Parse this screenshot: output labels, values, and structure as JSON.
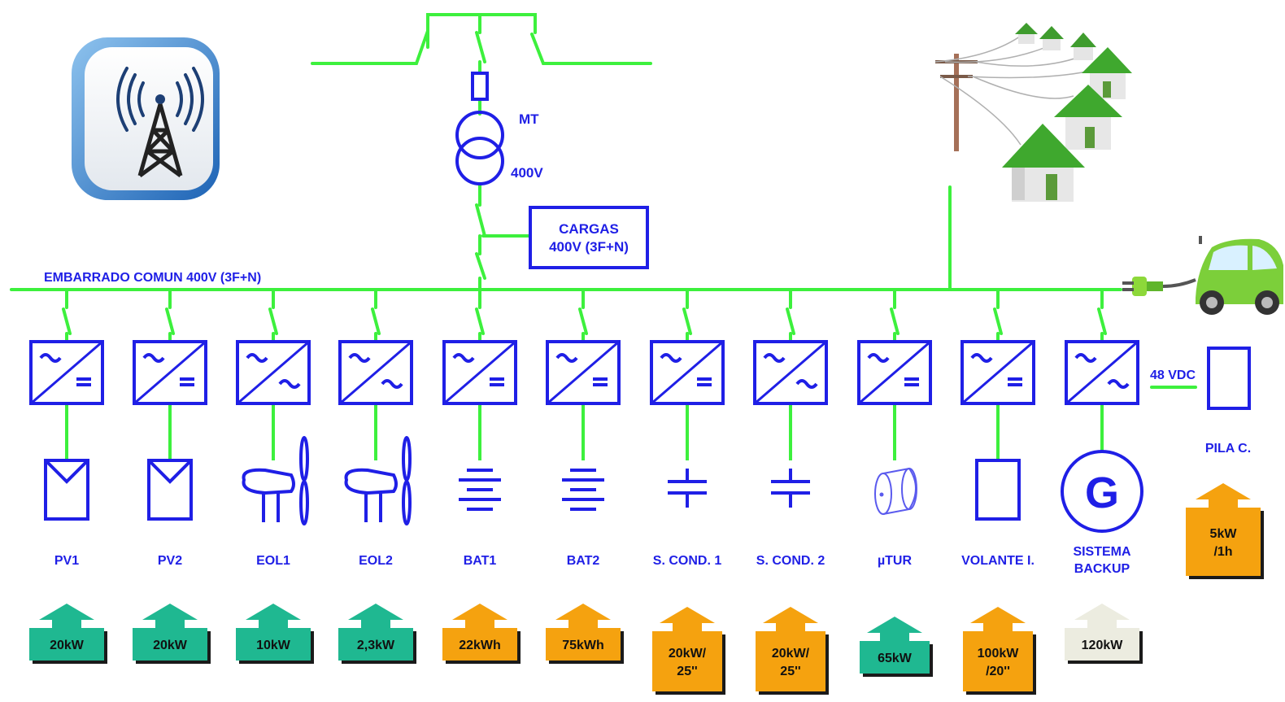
{
  "busbar_label": "EMBARRADO COMUN 400V (3F+N)",
  "transformer": {
    "upper_label": "MT",
    "lower_label": "400V"
  },
  "loads": {
    "line1": "CARGAS",
    "line2": "400V (3F+N)"
  },
  "dc_label": "48 VDC",
  "fuel_cell": {
    "label": "PILA C.",
    "badge": {
      "line1": "5kW",
      "line2": "/1h",
      "color": "#f5a20f"
    }
  },
  "colors": {
    "line_green": "#3df03d",
    "symbol_blue": "#1f1fe6",
    "badge_teal": "#1fb891",
    "badge_orange": "#f5a20f",
    "badge_light": "#ecece0"
  },
  "icons": {
    "tower": "wireless-tower-icon",
    "houses": "houses-power-line-icon",
    "car": "electric-car-icon"
  },
  "units": [
    {
      "id": "pv1",
      "label": [
        "PV1"
      ],
      "converter": "dc",
      "source": "pv-panel",
      "badge": {
        "lines": [
          "20kW"
        ],
        "color": "#1fb891"
      }
    },
    {
      "id": "pv2",
      "label": [
        "PV2"
      ],
      "converter": "dc",
      "source": "pv-panel",
      "badge": {
        "lines": [
          "20kW"
        ],
        "color": "#1fb891"
      }
    },
    {
      "id": "eol1",
      "label": [
        "EOL1"
      ],
      "converter": "ac",
      "source": "wind-turbine",
      "badge": {
        "lines": [
          "10kW"
        ],
        "color": "#1fb891"
      }
    },
    {
      "id": "eol2",
      "label": [
        "EOL2"
      ],
      "converter": "ac",
      "source": "wind-turbine",
      "badge": {
        "lines": [
          "2,3kW"
        ],
        "color": "#1fb891"
      }
    },
    {
      "id": "bat1",
      "label": [
        "BAT1"
      ],
      "converter": "dc",
      "source": "battery",
      "badge": {
        "lines": [
          "22kWh"
        ],
        "color": "#f5a20f"
      }
    },
    {
      "id": "bat2",
      "label": [
        "BAT2"
      ],
      "converter": "dc",
      "source": "battery",
      "badge": {
        "lines": [
          "75kWh"
        ],
        "color": "#f5a20f"
      }
    },
    {
      "id": "scond1",
      "label": [
        "S. COND. 1"
      ],
      "converter": "dc",
      "source": "capacitor",
      "badge": {
        "lines": [
          "20kW/",
          "25''"
        ],
        "color": "#f5a20f"
      }
    },
    {
      "id": "scond2",
      "label": [
        "S. COND. 2"
      ],
      "converter": "ac",
      "source": "capacitor",
      "badge": {
        "lines": [
          "20kW/",
          "25''"
        ],
        "color": "#f5a20f"
      }
    },
    {
      "id": "mtur",
      "label": [
        "µTUR"
      ],
      "converter": "dc",
      "source": "micro-turbine",
      "badge": {
        "lines": [
          "65kW"
        ],
        "color": "#1fb891"
      }
    },
    {
      "id": "volante",
      "label": [
        "VOLANTE I."
      ],
      "converter": "dc",
      "source": "flywheel",
      "badge": {
        "lines": [
          "100kW",
          "/20''"
        ],
        "color": "#f5a20f"
      }
    },
    {
      "id": "backup",
      "label": [
        "SISTEMA",
        "BACKUP"
      ],
      "converter": "ac",
      "source": "generator",
      "badge": {
        "lines": [
          "120kW"
        ],
        "color": "#ecece0"
      }
    }
  ]
}
